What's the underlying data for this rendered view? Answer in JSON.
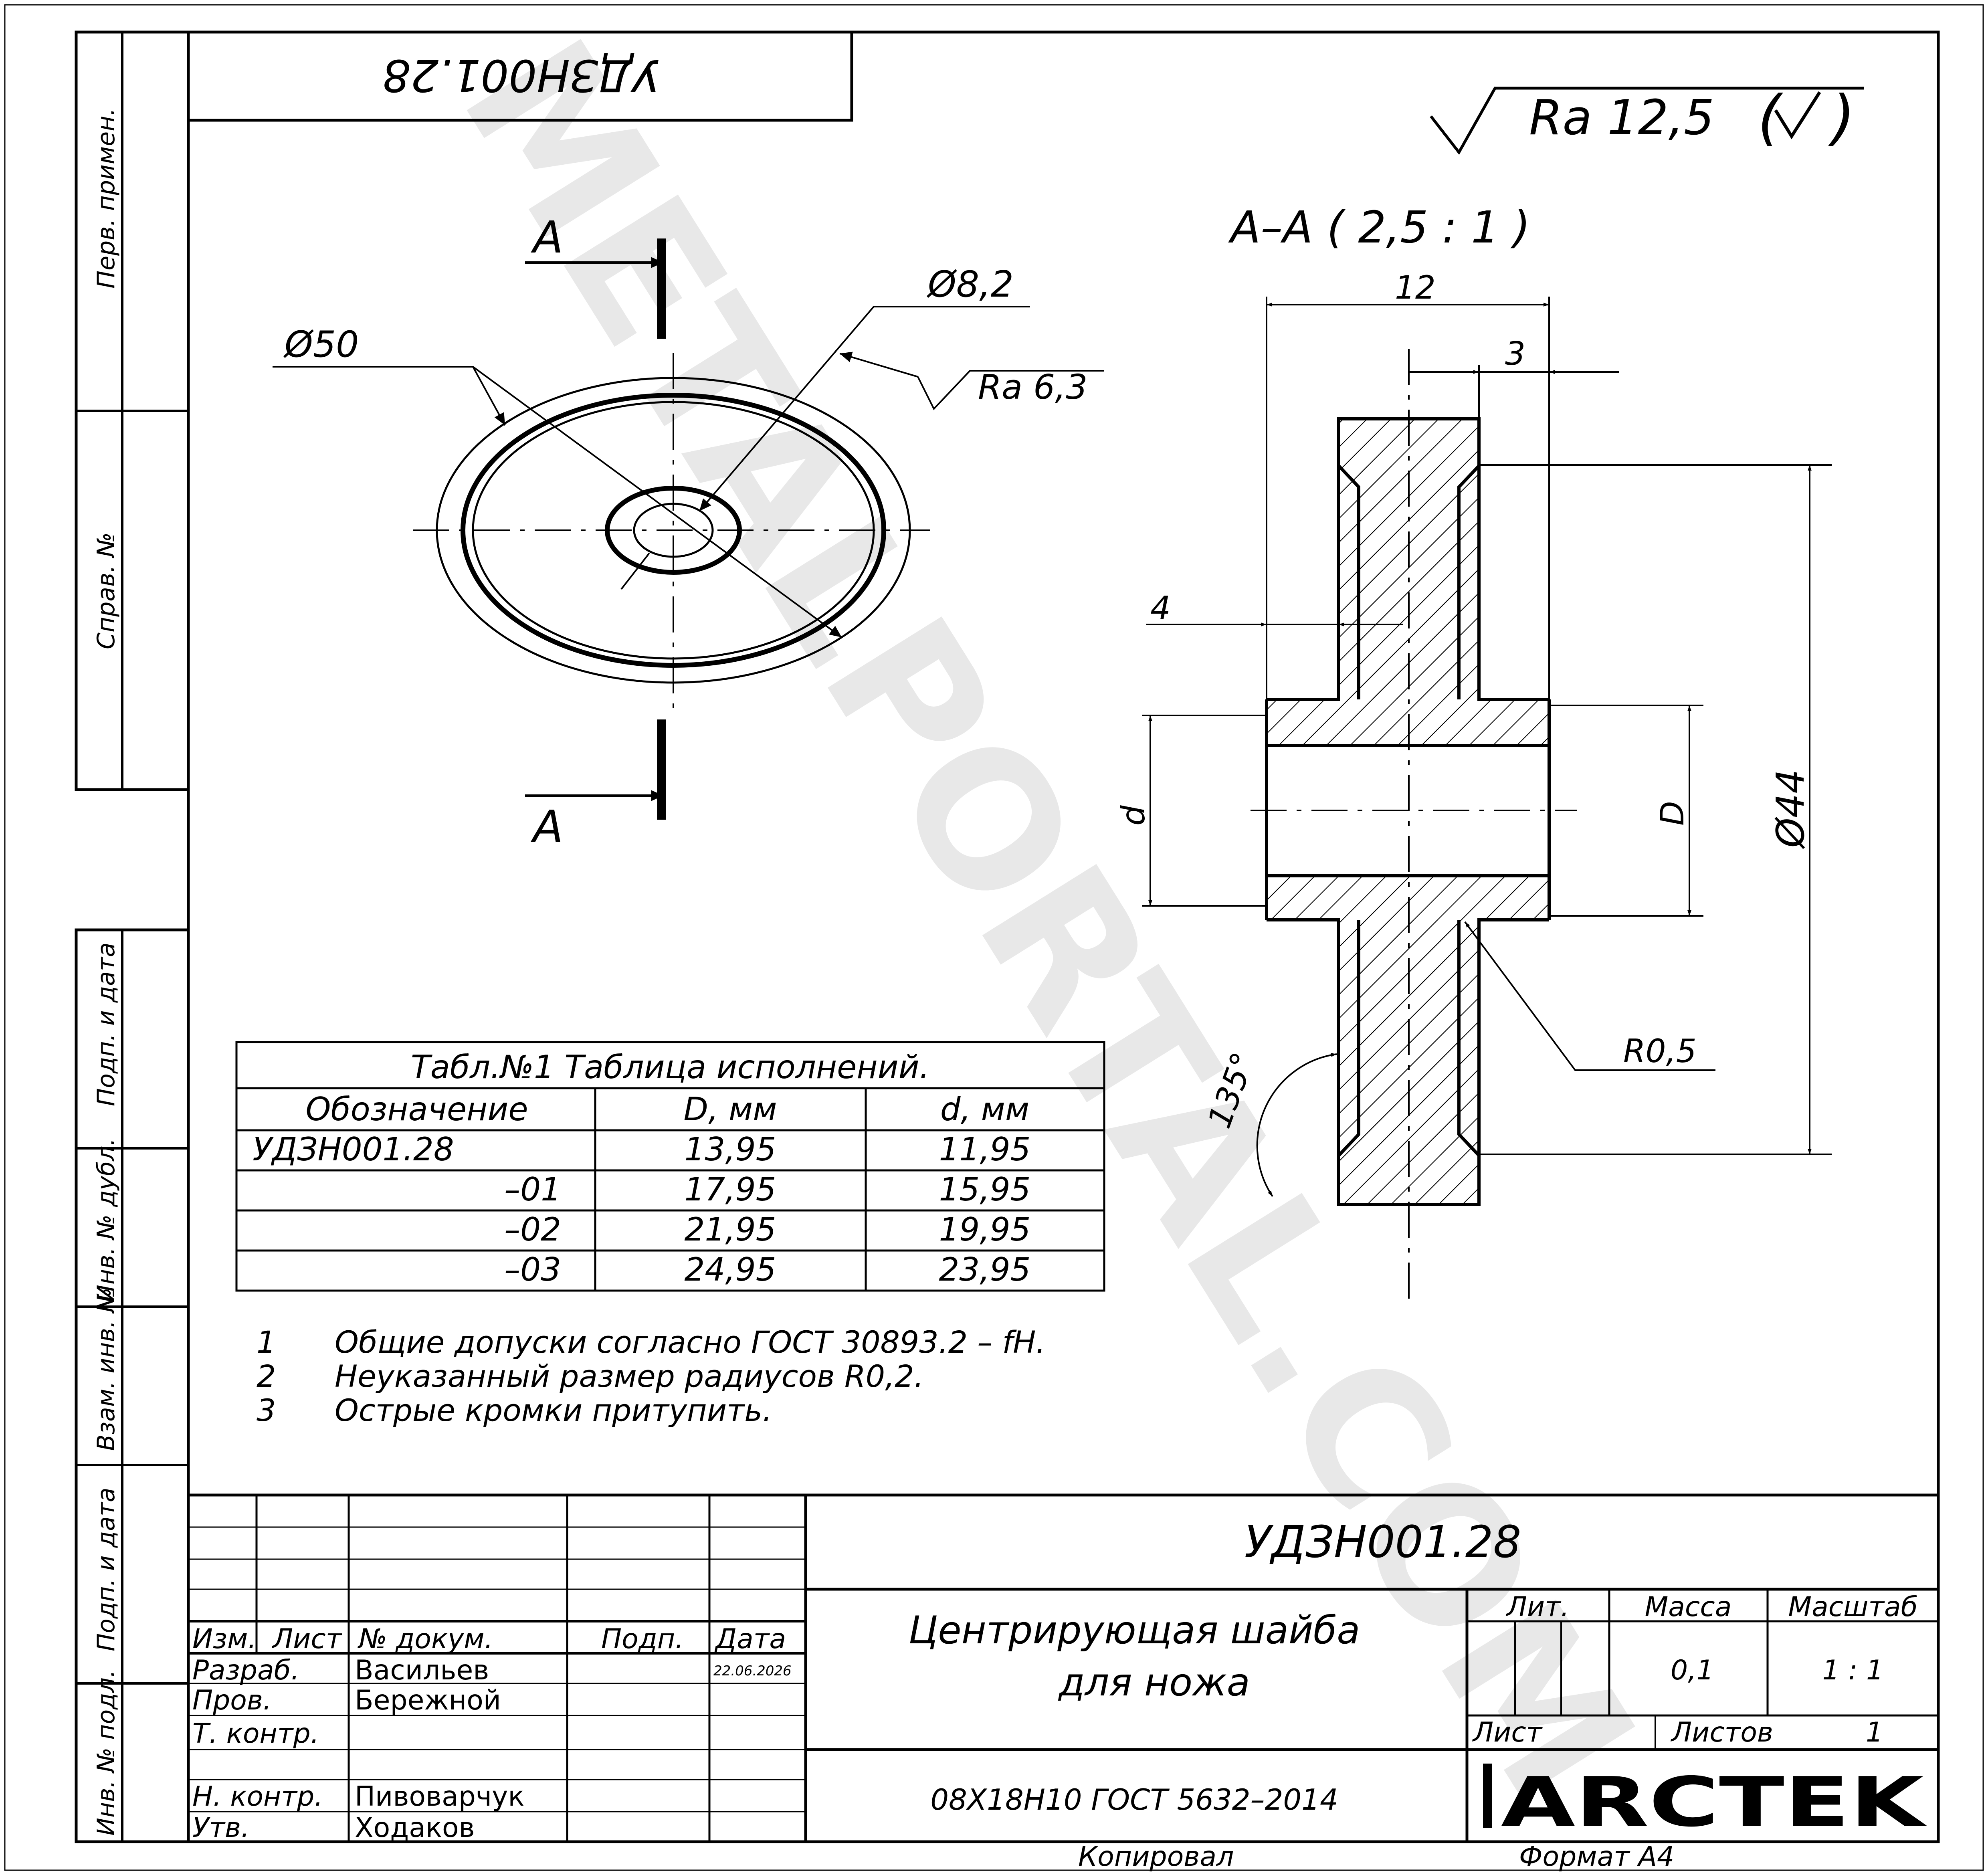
{
  "drawing": {
    "mirrored_code": "УДЗН001.28",
    "roughness_general": "Ra 12,5",
    "section_label": "А–А ( 2,5 : 1 )",
    "cut_letter_top": "А",
    "cut_letter_bottom": "А",
    "watermark": "METALPORTAL.COM",
    "dims": {
      "d50": "Ø50",
      "d82": "Ø8,2",
      "ra63": "Ra 6,3",
      "w12": "12",
      "w3": "3",
      "w4": "4",
      "d": "d",
      "D": "D",
      "d44": "Ø44",
      "r05": "R0,5",
      "a135": "135°"
    }
  },
  "table": {
    "title": "Табл.№1 Таблица исполнений.",
    "headers": [
      "Обозначение",
      "D, мм",
      "d, мм"
    ],
    "rows": [
      [
        "УДЗН001.28",
        "13,95",
        "11,95"
      ],
      [
        "–01",
        "17,95",
        "15,95"
      ],
      [
        "–02",
        "21,95",
        "19,95"
      ],
      [
        "–03",
        "24,95",
        "23,95"
      ]
    ]
  },
  "notes": [
    {
      "num": "1",
      "text": "Общие допуски согласно ГОСТ 30893.2 – fH."
    },
    {
      "num": "2",
      "text": "Неуказанный размер радиусов R0,2."
    },
    {
      "num": "3",
      "text": "Острые кромки притупить."
    }
  ],
  "side_labels": {
    "perv_primen": "Перв. примен.",
    "sprav": "Справ. №",
    "podp_data_1": "Подп. и дата",
    "inv_dubl": "Инв. № дубл.",
    "vzam_inv": "Взам. инв. №",
    "podp_data_2": "Подп. и дата",
    "inv_podl": "Инв. № подл."
  },
  "title_block": {
    "code": "УДЗН001.28",
    "name_line1": "Центрирующая шайба",
    "name_line2": "для ножа",
    "material": "08Х18Н10 ГОСТ 5632–2014",
    "col_izm": "Изм.",
    "col_list": "Лист",
    "col_docnum": "№ докум.",
    "col_podp": "Подп.",
    "col_data": "Дата",
    "date": "22.06.2026",
    "roles": [
      "Разраб.",
      "Пров.",
      "Т. контр.",
      "Н. контр.",
      "Утв."
    ],
    "names": [
      "Васильев",
      "Бережной",
      "",
      "Пивоварчук",
      "Ходаков"
    ],
    "lit_label": "Лит.",
    "mass_label": "Масса",
    "scale_label": "Масштаб",
    "mass": "0,1",
    "scale": "1 : 1",
    "sheet_label": "Лист",
    "sheets_label": "Листов",
    "sheets": "1",
    "logo": "ARCTEK",
    "copied": "Копировал",
    "format": "Формат А4"
  }
}
